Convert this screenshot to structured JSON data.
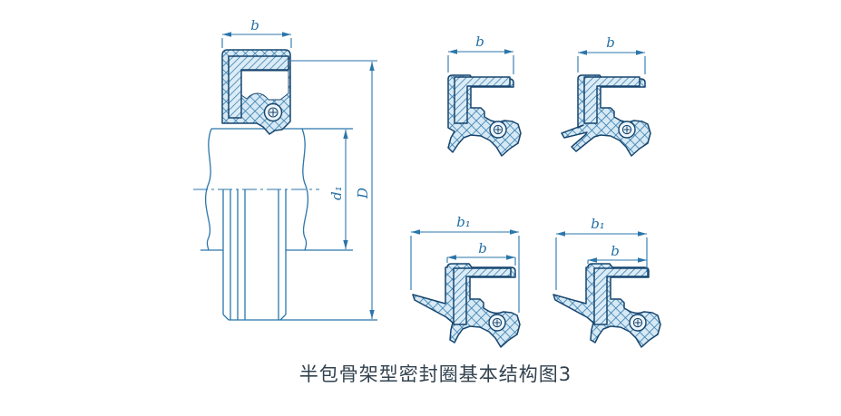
{
  "caption": {
    "text": "半包骨架型密封圈基本结构图3"
  },
  "colors": {
    "line": "#2b76ab",
    "outline": "#17456e",
    "rubber_fill": "#d7e9f4",
    "metal_fill": "#dcecf6",
    "cavity": "#ffffff",
    "label": "#2470a6",
    "caption": "#32424e",
    "background": "#ffffff"
  },
  "assembly_view": {
    "labels": {
      "seal_width": "b",
      "shaft_diameter": "d₁",
      "outer_diameter": "D"
    }
  },
  "detail_views": {
    "top_left": {
      "labels": {
        "width": "b"
      }
    },
    "top_right": {
      "labels": {
        "width": "b"
      }
    },
    "bottom_left": {
      "labels": {
        "overall_width": "b₁",
        "case_width": "b"
      }
    },
    "bottom_right": {
      "labels": {
        "overall_width": "b₁",
        "case_width": "b"
      }
    }
  }
}
